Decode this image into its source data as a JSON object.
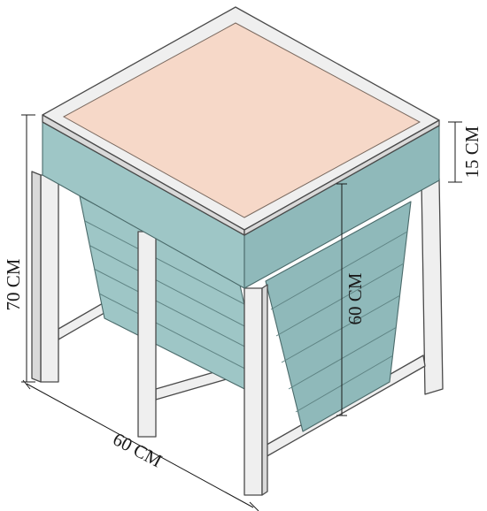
{
  "dimensions": {
    "height_total": "70 CM",
    "width": "60 CM",
    "box_depth": "60 CM",
    "rim_height": "15 CM"
  },
  "colors": {
    "soil": "#f6d8c8",
    "box": "#9ec6c6",
    "frame": "#efefef",
    "outline": "#4a4a4a"
  }
}
